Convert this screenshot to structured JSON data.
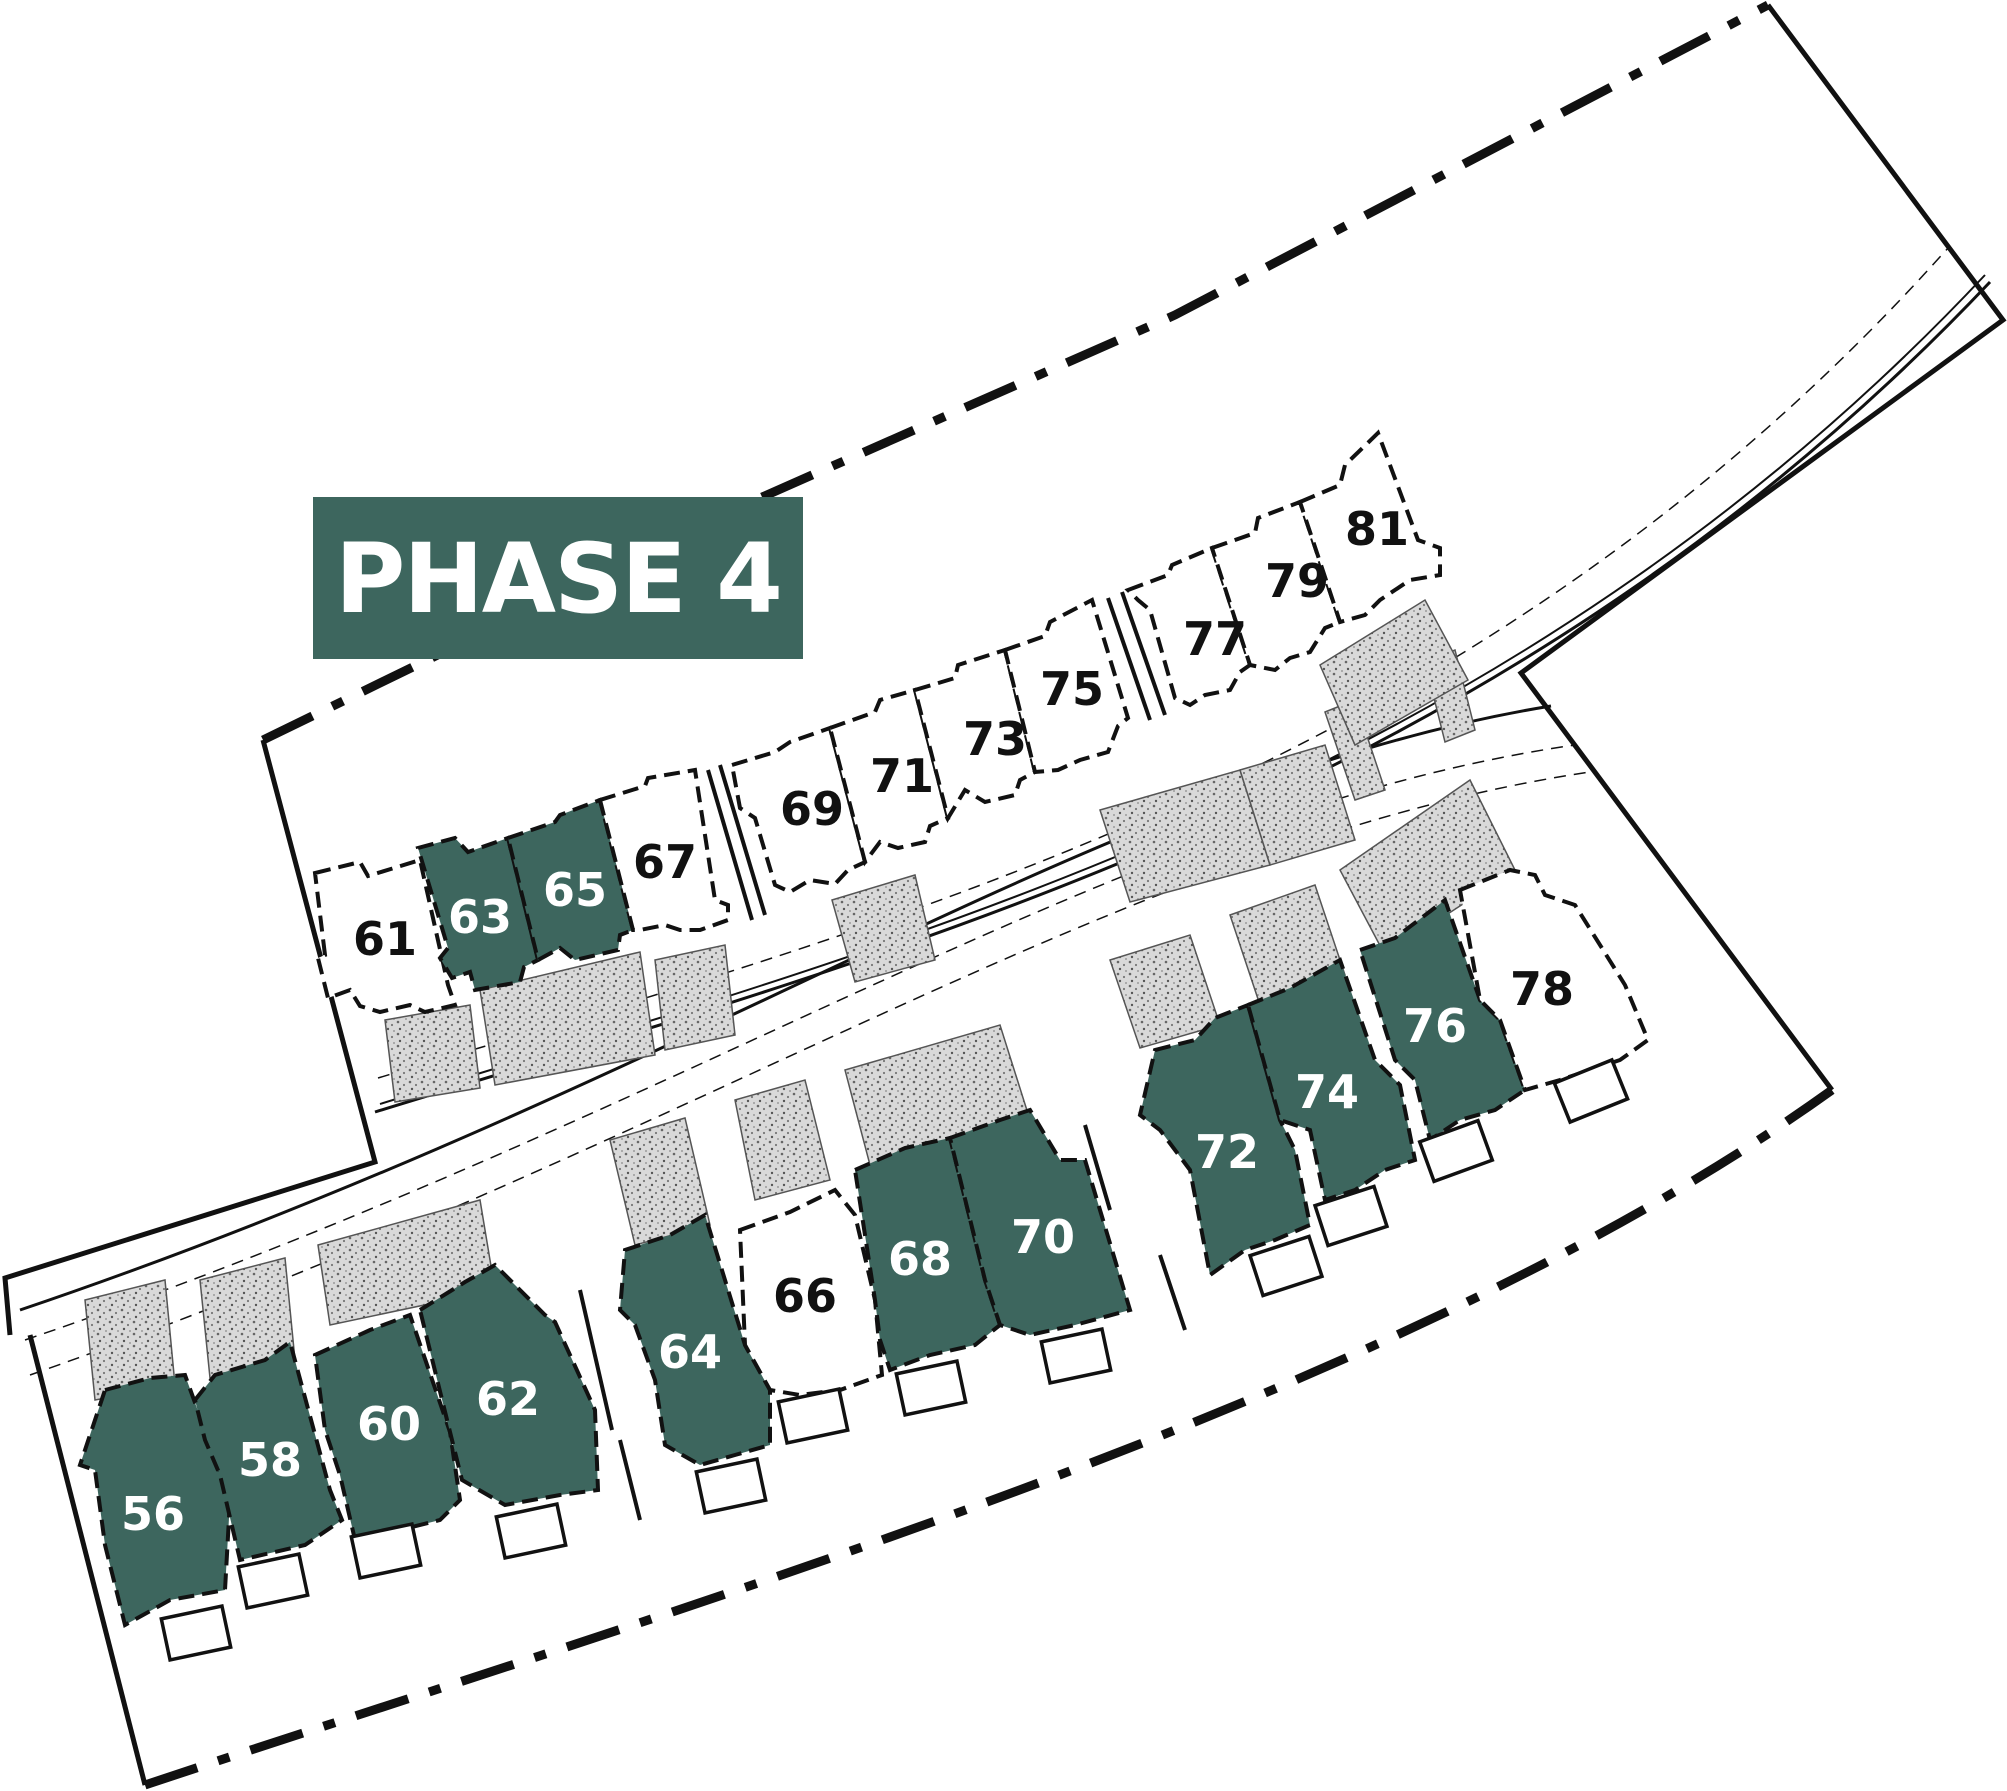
{
  "title": "PHASE 4",
  "colors": {
    "available": "#3d665e",
    "unavailable": "#ffffff",
    "outline": "#111111",
    "label_on_available": "#ffffff",
    "label_on_unavailable": "#111111"
  },
  "lots": [
    {
      "id": "56",
      "label": "56",
      "status": "available"
    },
    {
      "id": "58",
      "label": "58",
      "status": "available"
    },
    {
      "id": "60",
      "label": "60",
      "status": "available"
    },
    {
      "id": "61",
      "label": "61",
      "status": "unavailable"
    },
    {
      "id": "62",
      "label": "62",
      "status": "available"
    },
    {
      "id": "63",
      "label": "63",
      "status": "available"
    },
    {
      "id": "64",
      "label": "64",
      "status": "available"
    },
    {
      "id": "65",
      "label": "65",
      "status": "available"
    },
    {
      "id": "66",
      "label": "66",
      "status": "unavailable"
    },
    {
      "id": "67",
      "label": "67",
      "status": "unavailable"
    },
    {
      "id": "68",
      "label": "68",
      "status": "available"
    },
    {
      "id": "69",
      "label": "69",
      "status": "unavailable"
    },
    {
      "id": "70",
      "label": "70",
      "status": "available"
    },
    {
      "id": "71",
      "label": "71",
      "status": "unavailable"
    },
    {
      "id": "72",
      "label": "72",
      "status": "available"
    },
    {
      "id": "73",
      "label": "73",
      "status": "unavailable"
    },
    {
      "id": "74",
      "label": "74",
      "status": "available"
    },
    {
      "id": "75",
      "label": "75",
      "status": "unavailable"
    },
    {
      "id": "76",
      "label": "76",
      "status": "available"
    },
    {
      "id": "77",
      "label": "77",
      "status": "unavailable"
    },
    {
      "id": "78",
      "label": "78",
      "status": "unavailable"
    },
    {
      "id": "79",
      "label": "79",
      "status": "unavailable"
    },
    {
      "id": "81",
      "label": "81",
      "status": "unavailable"
    }
  ]
}
